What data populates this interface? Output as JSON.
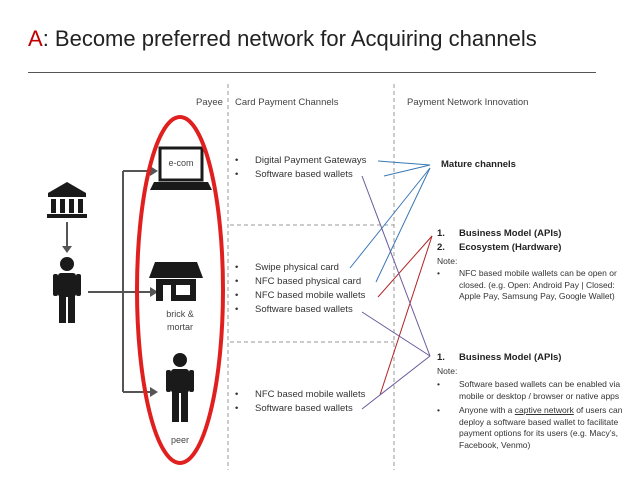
{
  "title": {
    "prefix": "A",
    "rest": ": Become preferred network for Acquiring channels"
  },
  "headers": {
    "payee": "Payee",
    "card_channels": "Card Payment Channels",
    "innovation": "Payment Network Innovation"
  },
  "payees": {
    "ecom": "e-com",
    "brick": "brick &",
    "mortar": "mortar",
    "peer": "peer"
  },
  "ecom_channels": [
    "Digital Payment Gateways",
    "Software based wallets"
  ],
  "brick_channels": [
    "Swipe physical card",
    "NFC based physical card",
    "NFC based mobile wallets",
    "Software based wallets"
  ],
  "peer_channels": [
    "NFC based mobile wallets",
    "Software based wallets"
  ],
  "bullet": "•",
  "mature": "Mature channels",
  "innovation_block1": {
    "items": [
      {
        "num": "1.",
        "text": "Business Model (APIs)"
      },
      {
        "num": "2.",
        "text": "Ecosystem (Hardware)"
      }
    ],
    "note_label": "Note:",
    "notes": [
      "NFC based mobile wallets can be open or closed. (e.g. Open: Android Pay | Closed: Apple Pay, Samsung Pay, Google Wallet)"
    ]
  },
  "innovation_block2": {
    "items": [
      {
        "num": "1.",
        "text": "Business Model (APIs)"
      }
    ],
    "note_label": "Note:",
    "note1": "Software based wallets can be enabled via mobile or desktop / browser or native apps",
    "note2_pre": "Anyone with a ",
    "note2_link": "captive network",
    "note2_post": " of users can deploy a software based wallet to facilitate payment options for its users (e.g. Macy’s, Facebook, Venmo)"
  },
  "colors": {
    "accent_red": "#c00000",
    "oval_red": "#e0201e",
    "blue_line": "#3a78b5",
    "dark_red_line": "#b22222",
    "purple_line": "#6a5a9c"
  }
}
